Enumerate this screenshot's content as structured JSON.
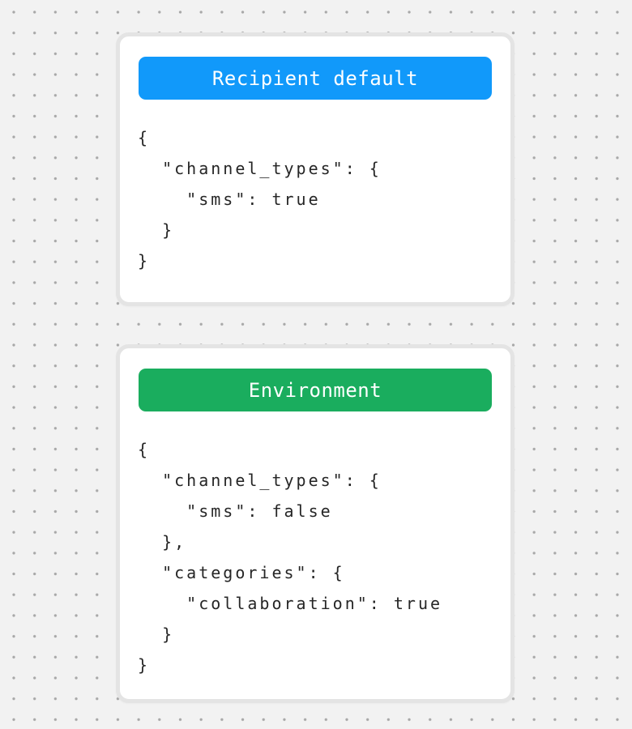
{
  "colors": {
    "page_background": "#f2f2f2",
    "dot_grid": "#a8a8a8",
    "card_background": "#ffffff",
    "card_border": "#e4e4e4",
    "header_text": "#ffffff",
    "code_text": "#262626",
    "recipient_accent": "#1199fa",
    "environment_accent": "#1aad5e"
  },
  "cards": [
    {
      "title": "Recipient default",
      "accent_color": "#1199fa",
      "code_lines": [
        "{",
        "  \"channel_types\": {",
        "    \"sms\": true",
        "  }",
        "}"
      ]
    },
    {
      "title": "Environment",
      "accent_color": "#1aad5e",
      "code_lines": [
        "{",
        "  \"channel_types\": {",
        "    \"sms\": false",
        "  },",
        "  \"categories\": {",
        "    \"collaboration\": true",
        "  }",
        "}"
      ]
    }
  ]
}
